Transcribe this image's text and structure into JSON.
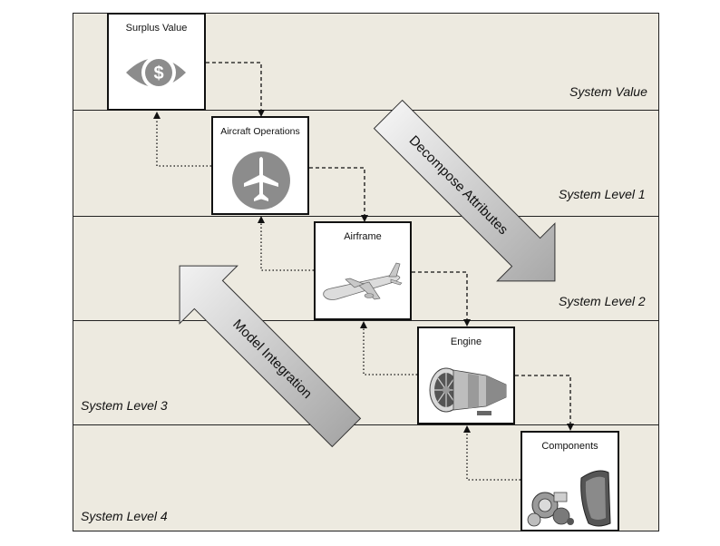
{
  "levels": [
    {
      "label": "System Value"
    },
    {
      "label": "System Level 1"
    },
    {
      "label": "System Level 2"
    },
    {
      "label": "System Level 3"
    },
    {
      "label": "System Level 4"
    }
  ],
  "nodes": {
    "surplus_value": {
      "title": "Surplus Value",
      "icon": "dollar-eye-icon"
    },
    "aircraft_operations": {
      "title": "Aircraft Operations",
      "icon": "airplane-icon"
    },
    "airframe": {
      "title": "Airframe",
      "icon": "airliner-image"
    },
    "engine": {
      "title": "Engine",
      "icon": "turbofan-engine-image"
    },
    "components": {
      "title": "Components",
      "icon": "components-image"
    }
  },
  "arrows": {
    "decompose": {
      "label": "Decompose Attributes"
    },
    "integrate": {
      "label": "Model Integration"
    }
  },
  "colors": {
    "band_fill": "#edeae0",
    "icon_gray": "#8c8c8c",
    "arrow_gray_dark": "#b5b5b5",
    "arrow_gray_light": "#ececec"
  }
}
